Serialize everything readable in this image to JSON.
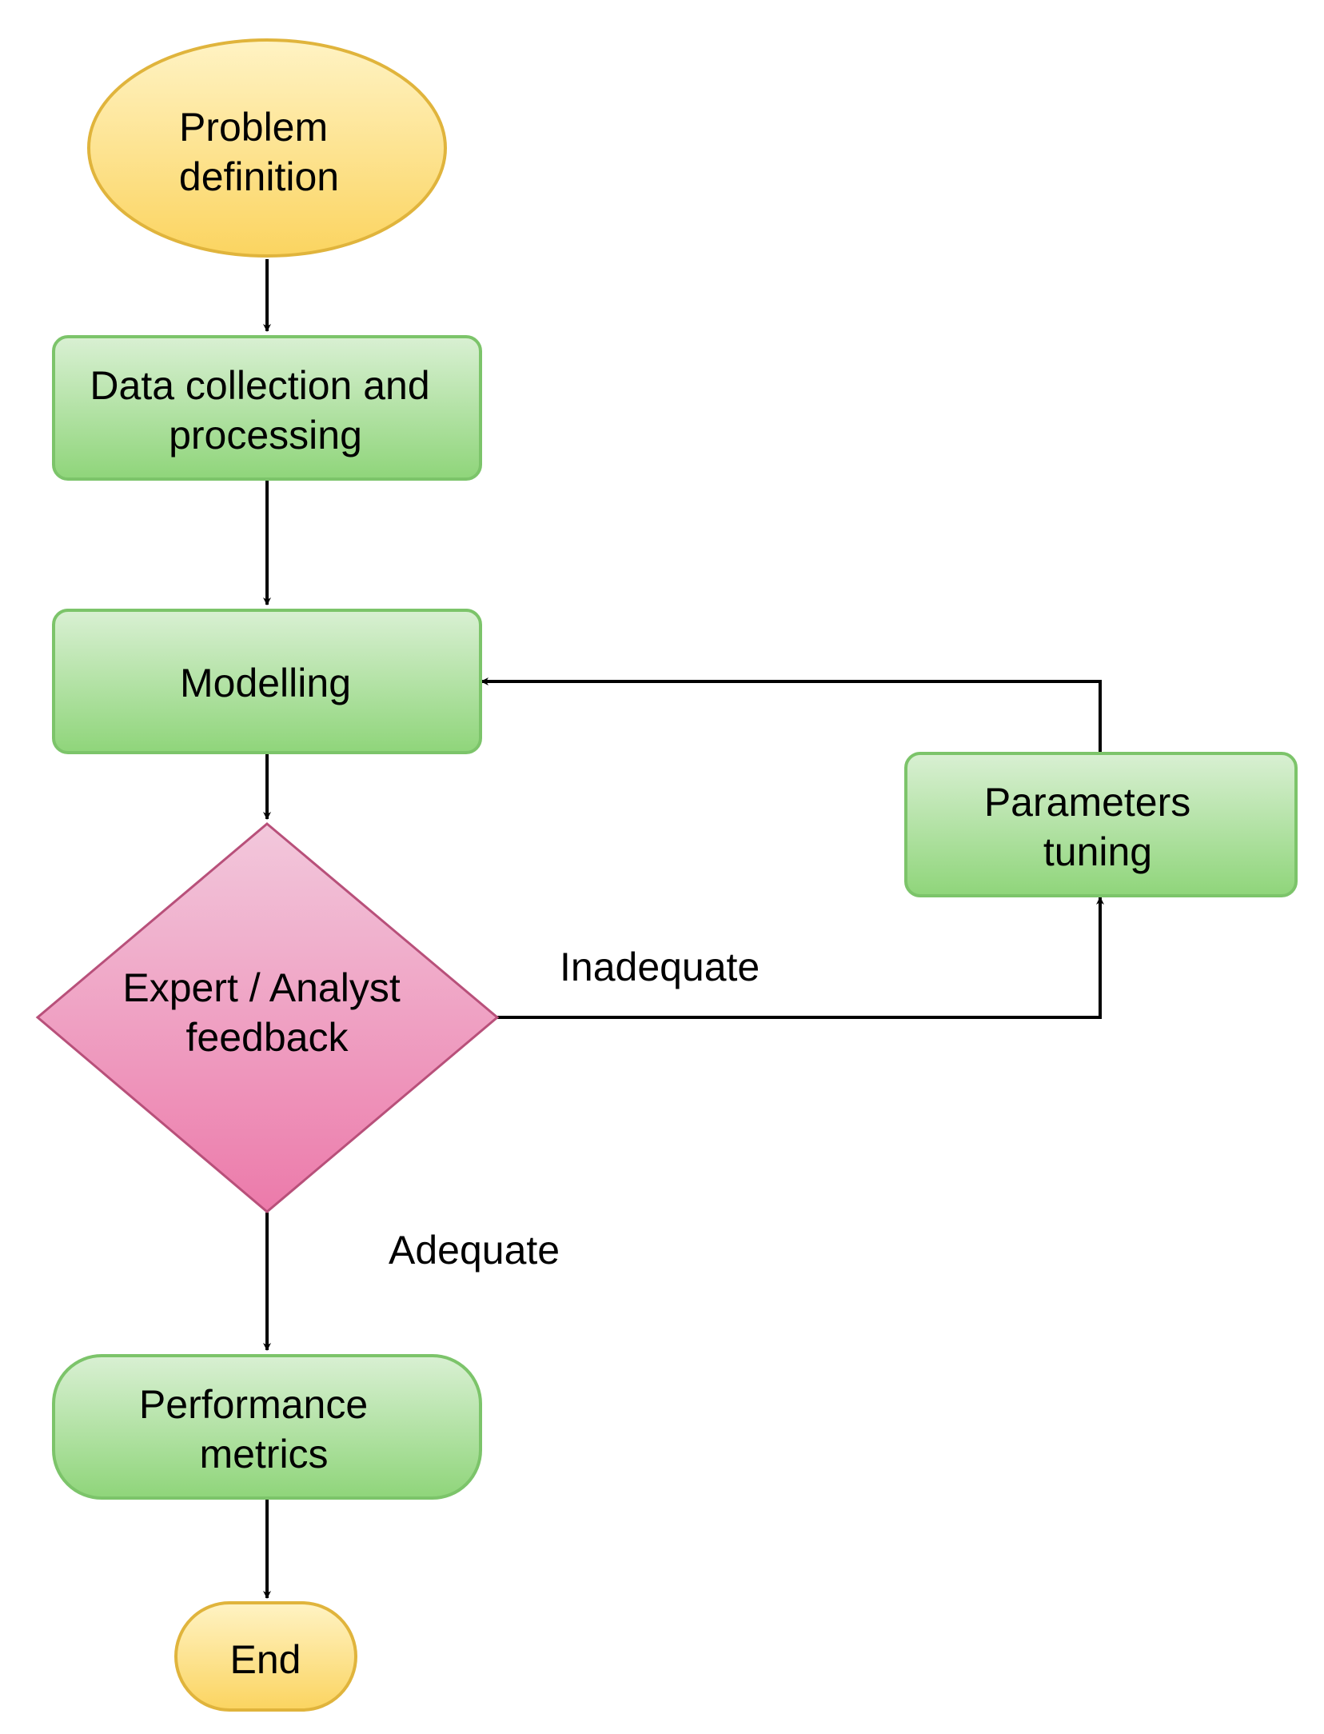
{
  "nodes": {
    "problem_definition": {
      "line1": "Problem",
      "line2": "definition"
    },
    "data_collection": {
      "line1": "Data collection and",
      "line2": "processing"
    },
    "modelling": {
      "label": "Modelling"
    },
    "feedback": {
      "line1": "Expert / Analyst",
      "line2": "feedback"
    },
    "parameters_tuning": {
      "line1": "Parameters",
      "line2": "tuning"
    },
    "performance_metrics": {
      "line1": "Performance",
      "line2": "metrics"
    },
    "end": {
      "label": "End"
    }
  },
  "edge_labels": {
    "inadequate": "Inadequate",
    "adequate": "Adequate"
  },
  "colors": {
    "terminal_fill_top": "#fff3c4",
    "terminal_fill_bottom": "#fbd460",
    "terminal_stroke": "#e0b43c",
    "process_fill_top": "#d9f0d3",
    "process_fill_bottom": "#8fd57a",
    "process_stroke": "#7cc46a",
    "decision_fill_top": "#f2c8dc",
    "decision_fill_bottom": "#ec7aaa",
    "decision_stroke": "#b8507a",
    "connector": "#000000"
  }
}
